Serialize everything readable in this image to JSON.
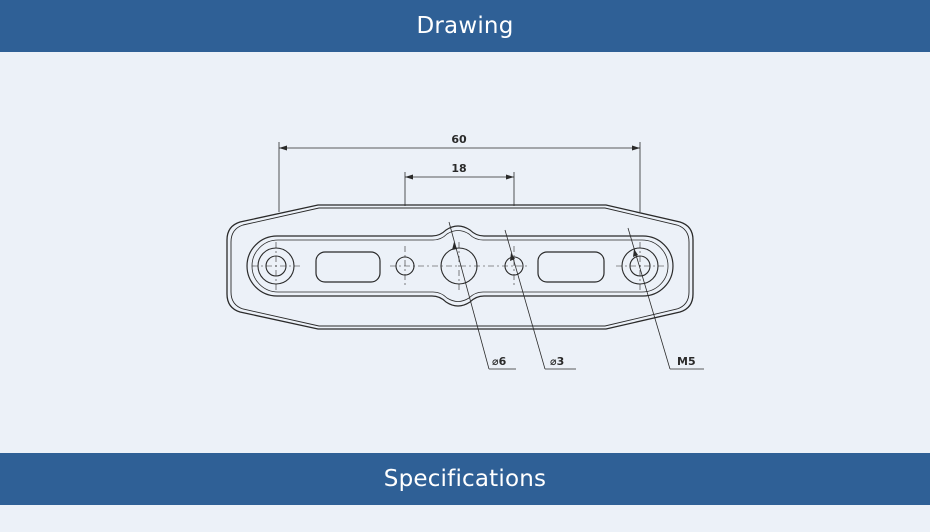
{
  "sections": {
    "drawing_title": "Drawing",
    "specifications_title": "Specifications"
  },
  "drawing": {
    "dimensions": {
      "overall_length": "60",
      "slot_pitch": "18",
      "center_hole": "⌀6",
      "small_hole": "⌀3",
      "thread": "M5"
    }
  },
  "colors": {
    "band": "#2f6096",
    "background": "#ecf1f8",
    "line": "#2a2a2a"
  }
}
